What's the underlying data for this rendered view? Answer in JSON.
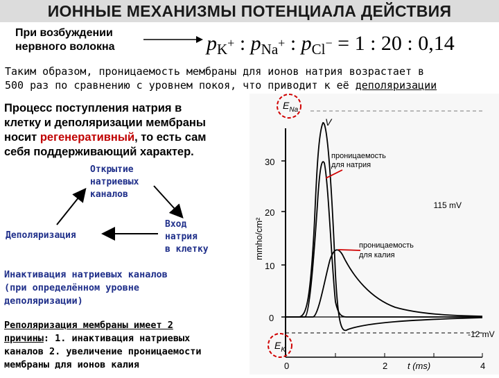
{
  "title": "ИОННЫЕ МЕХАНИЗМЫ ПОТЕНЦИАЛА ДЕЙСТВИЯ",
  "excitation": {
    "line1": "При возбуждении",
    "line2": "нервного волокна"
  },
  "formula": {
    "p": "p",
    "k": "K",
    "na": "Na",
    "cl": "Cl",
    "plus": "+",
    "minus": "−",
    "colon": ":",
    "ratio": "= 1 : 20 : 0,14"
  },
  "summary": {
    "line1": "Таким образом, проницаемость мембраны для ионов натрия возрастает в",
    "line2_prefix": "500 раз по сравнению с уровнем покоя, что приводит к её ",
    "line2_link": "деполяризации"
  },
  "process": {
    "line1": "Процесс поступления натрия в",
    "line2": "клетку и деполяризации мембраны",
    "line3_prefix": "носит ",
    "line3_red": "регенеративный",
    "line3_suffix": ", то есть сам",
    "line4": "себя поддерживающий характер."
  },
  "cycle": {
    "opening": [
      "Открытие",
      "натриевых",
      "каналов"
    ],
    "entry": [
      "Вход",
      "натрия",
      "в клетку"
    ],
    "depolarization": "Деполяризация"
  },
  "inactivation": {
    "line1": "Инактивация натриевых каналов",
    "line2": "(при определённом уровне",
    "line3": "деполяризации)"
  },
  "repolarization": {
    "line1_underlined": "Реполяризация мембраны имеет 2",
    "line2_underlined": "причины",
    "line2_rest": ": 1. инактивация натриевых",
    "line3": "каналов 2. увеличение проницаемости",
    "line4": "мембраны для ионов калия"
  },
  "graph": {
    "e_na_main": "E",
    "e_na_sub": "Na",
    "e_k_main": "E",
    "e_k_sub": "K",
    "v_label": "V",
    "na_label": [
      "проницаемость",
      "для натрия"
    ],
    "k_label": [
      "проницаемость",
      "для калия"
    ],
    "v_high": "115 mV",
    "v_low": "-12 mV",
    "ylabel": "mmho/cm²",
    "xlabel": "t (ms)",
    "yticks": [
      "30",
      "20",
      "10",
      "0"
    ],
    "xticks": [
      "0",
      "2",
      "4"
    ]
  }
}
